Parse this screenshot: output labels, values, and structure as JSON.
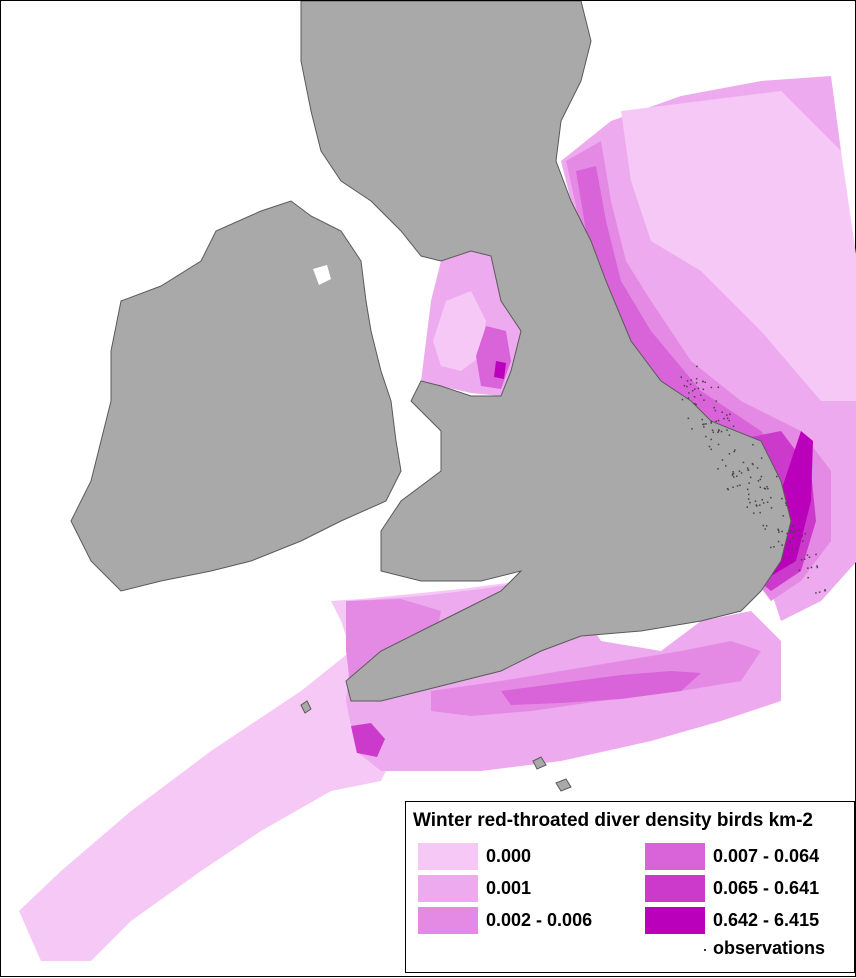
{
  "map": {
    "land_color": "#a9a9a9",
    "coast_color": "#5a5a5a",
    "background_color": "#ffffff"
  },
  "legend": {
    "title": "Winter red-throated diver density birds km-2",
    "classes": [
      {
        "label": "0.000",
        "color": "#f6c8f6"
      },
      {
        "label": "0.001",
        "color": "#eeaaee"
      },
      {
        "label": "0.002 - 0.006",
        "color": "#e48ae4"
      },
      {
        "label": "0.007 - 0.064",
        "color": "#d963d9"
      },
      {
        "label": "0.065 - 0.641",
        "color": "#cc3acc"
      },
      {
        "label": "0.642 - 6.415",
        "color": "#bb00bb"
      }
    ],
    "observations_label": "observations"
  }
}
